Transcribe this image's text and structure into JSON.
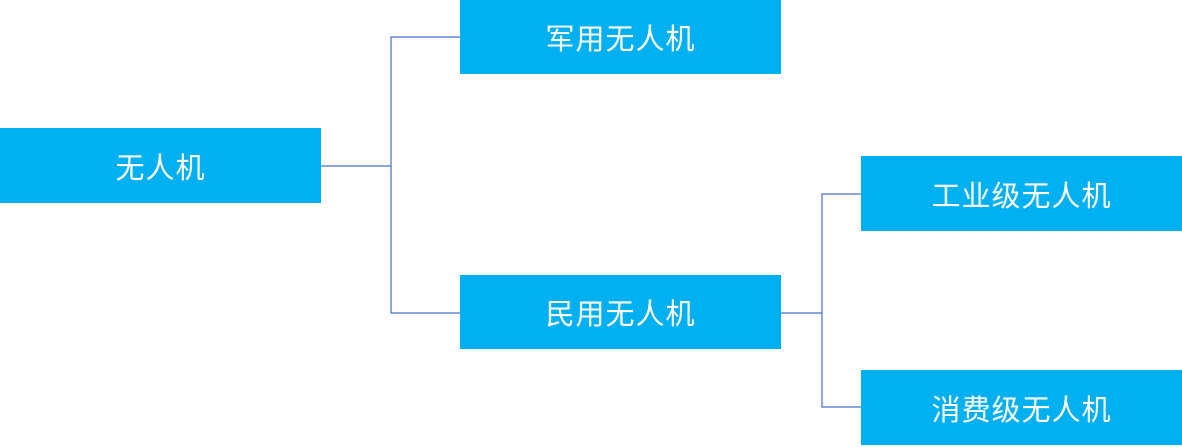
{
  "colors": {
    "node_fill": "#00b0f0",
    "node_text": "#ffffff",
    "connector": "#4472c4"
  },
  "tree": {
    "root": {
      "label": "无人机"
    },
    "children": [
      {
        "label": "军用无人机"
      },
      {
        "label": "民用无人机",
        "children": [
          {
            "label": "工业级无人机"
          },
          {
            "label": "消费级无人机"
          }
        ]
      }
    ]
  }
}
